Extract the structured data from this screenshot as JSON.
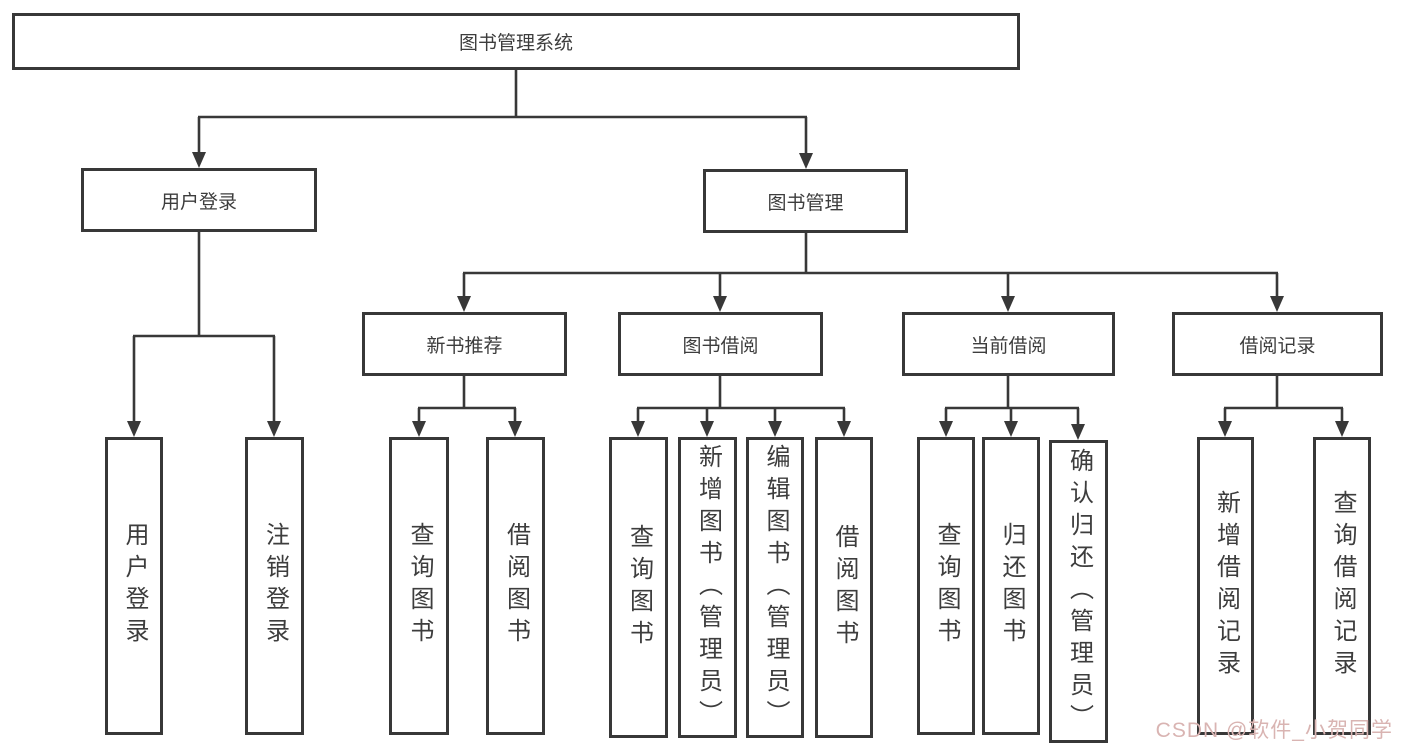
{
  "diagram": {
    "root": "图书管理系统",
    "level2": [
      {
        "label": "用户登录"
      },
      {
        "label": "图书管理"
      }
    ],
    "login_children": [
      "用户登录",
      "注销登录"
    ],
    "mgmt_groups": [
      {
        "label": "新书推荐",
        "children": [
          "查询图书",
          "借阅图书"
        ]
      },
      {
        "label": "图书借阅",
        "children": [
          "查询图书",
          "新增图书（管理员）",
          "编辑图书（管理员）",
          "借阅图书"
        ]
      },
      {
        "label": "当前借阅",
        "children": [
          "查询图书",
          "归还图书",
          "确认归还（管理员）"
        ]
      },
      {
        "label": "借阅记录",
        "children": [
          "新增借阅记录",
          "查询借阅记录"
        ]
      }
    ]
  },
  "colors": {
    "line": "#383838",
    "watermark": "#d9b4b2"
  },
  "watermark": {
    "text": "CSDN @软件_小贺同学"
  }
}
